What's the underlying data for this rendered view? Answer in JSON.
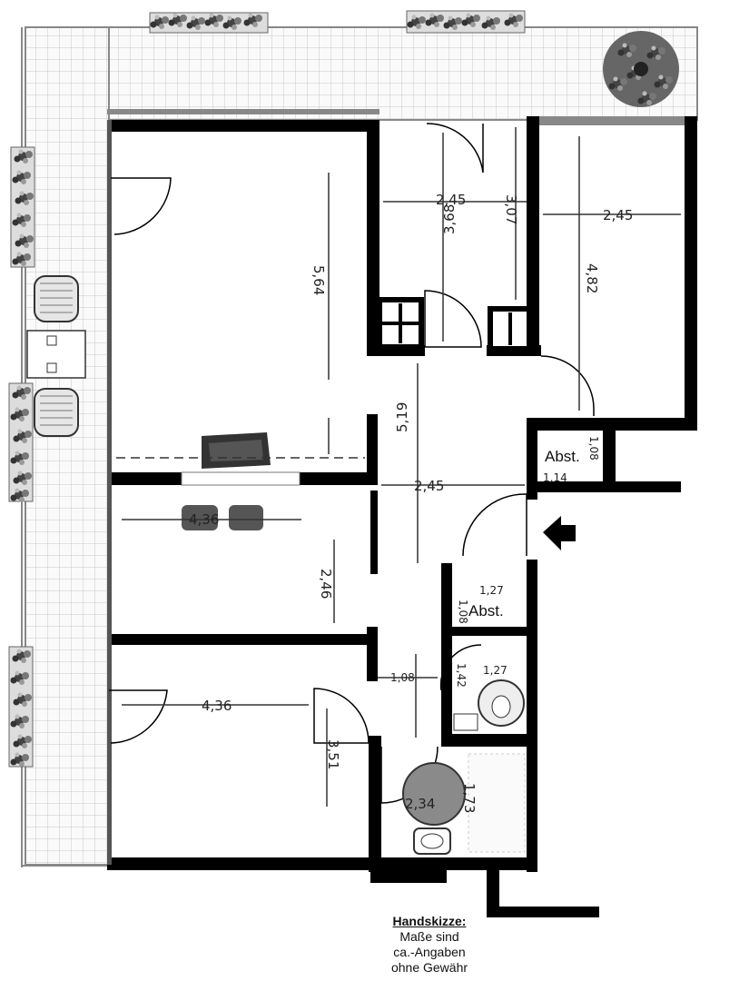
{
  "plan": {
    "dimensions": {
      "living_depth": "5,64",
      "kitchen_width": "2,45",
      "kitchen_length": "3,68",
      "kitchen_side": "3,07",
      "bedroom_width": "2,45",
      "bedroom_length": "4,82",
      "hall_length": "5,19",
      "hall_width": "2,45",
      "room2_width": "4,36",
      "room2_depth": "2,46",
      "room3_width": "4,36",
      "room3_depth": "3,51",
      "corridor_width": "1,08",
      "storage1_width": "1,14",
      "storage1_depth": "1,08",
      "storage2_width": "1,27",
      "storage2_depth": "1,08",
      "wc_width": "1,27",
      "wc_depth": "1,42",
      "bath_width": "1,73",
      "bath_depth": "2,34"
    },
    "labels": {
      "storage_1": "Abst.",
      "storage_2": "Abst."
    },
    "note": {
      "title": "Handskizze:",
      "lines": [
        "Maße sind",
        "ca.-Angaben",
        "ohne Gewähr"
      ]
    }
  }
}
